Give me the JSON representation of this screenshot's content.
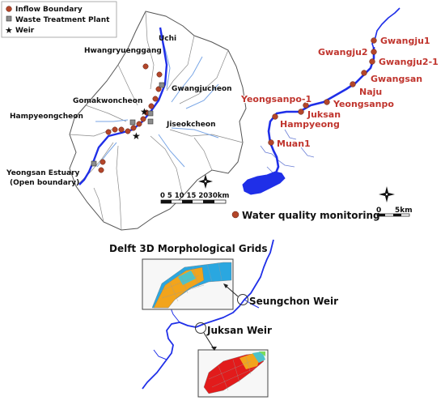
{
  "left_map": {
    "legend": {
      "inflow_boundary": "Inflow Boundary",
      "waste_treatment_plant": "Waste Treatment Plant",
      "weir": "Weir"
    },
    "labels": {
      "uchi": "Uchi",
      "hwangryuenggang": "Hwangryuenggang",
      "gwangjucheon": "Gwangjucheon",
      "gomakwoncheon": "Gomakwoncheon",
      "hampyeongcheon": "Hampyeongcheon",
      "jiseokcheon": "Jiseokcheon",
      "estuary_line1": "Yeongsan Estuary",
      "estuary_line2": "(Open boundary)"
    },
    "scale": {
      "ticks": "0  5 10 15 20",
      "end": "30km"
    }
  },
  "right_map": {
    "stations": {
      "gwangju1": "Gwangju1",
      "gwangju2": "Gwangju2",
      "gwangju2_1": "Gwangju2-1",
      "gwangsan": "Gwangsan",
      "naju": "Naju",
      "yeongsanpo": "Yeongsanpo",
      "yeongsanpo1": "Yeongsanpo-1",
      "juksan": "Juksan",
      "hampyeong": "Hampyeong",
      "muan1": "Muan1"
    },
    "legend": "Water quality monitoring",
    "scale": {
      "start": "0",
      "end": "5km"
    }
  },
  "bottom_map": {
    "title": "Delft 3D Morphological Grids",
    "seungchon": "Seungchon Weir",
    "juksan": "Juksan Weir"
  },
  "colors": {
    "river": "#1f2fe8",
    "station_dot": "#b3462a",
    "label_red": "#c0352e"
  }
}
